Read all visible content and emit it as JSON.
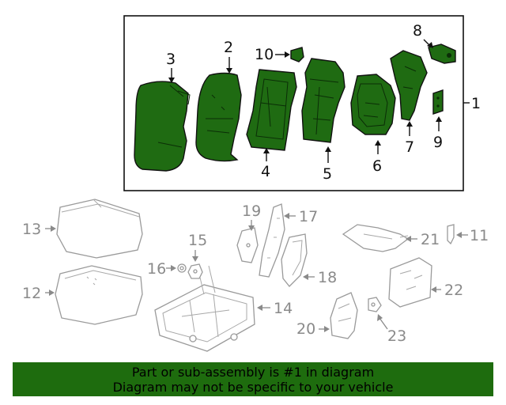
{
  "callouts": {
    "c1": "1",
    "c2": "2",
    "c3": "3",
    "c4": "4",
    "c5": "5",
    "c6": "6",
    "c7": "7",
    "c8": "8",
    "c9": "9",
    "c10": "10",
    "c11": "11",
    "c12": "12",
    "c13": "13",
    "c14": "14",
    "c15": "15",
    "c16": "16",
    "c17": "17",
    "c18": "18",
    "c19": "19",
    "c20": "20",
    "c21": "21",
    "c22": "22",
    "c23": "23"
  },
  "banner": {
    "line1": "Part or sub-assembly is #1 in diagram",
    "line2": "Diagram may not be specific to your vehicle"
  },
  "colors": {
    "highlight": "#1e6c0e",
    "part_outline": "#111111",
    "unselected_parts": "#9a9a9a"
  }
}
